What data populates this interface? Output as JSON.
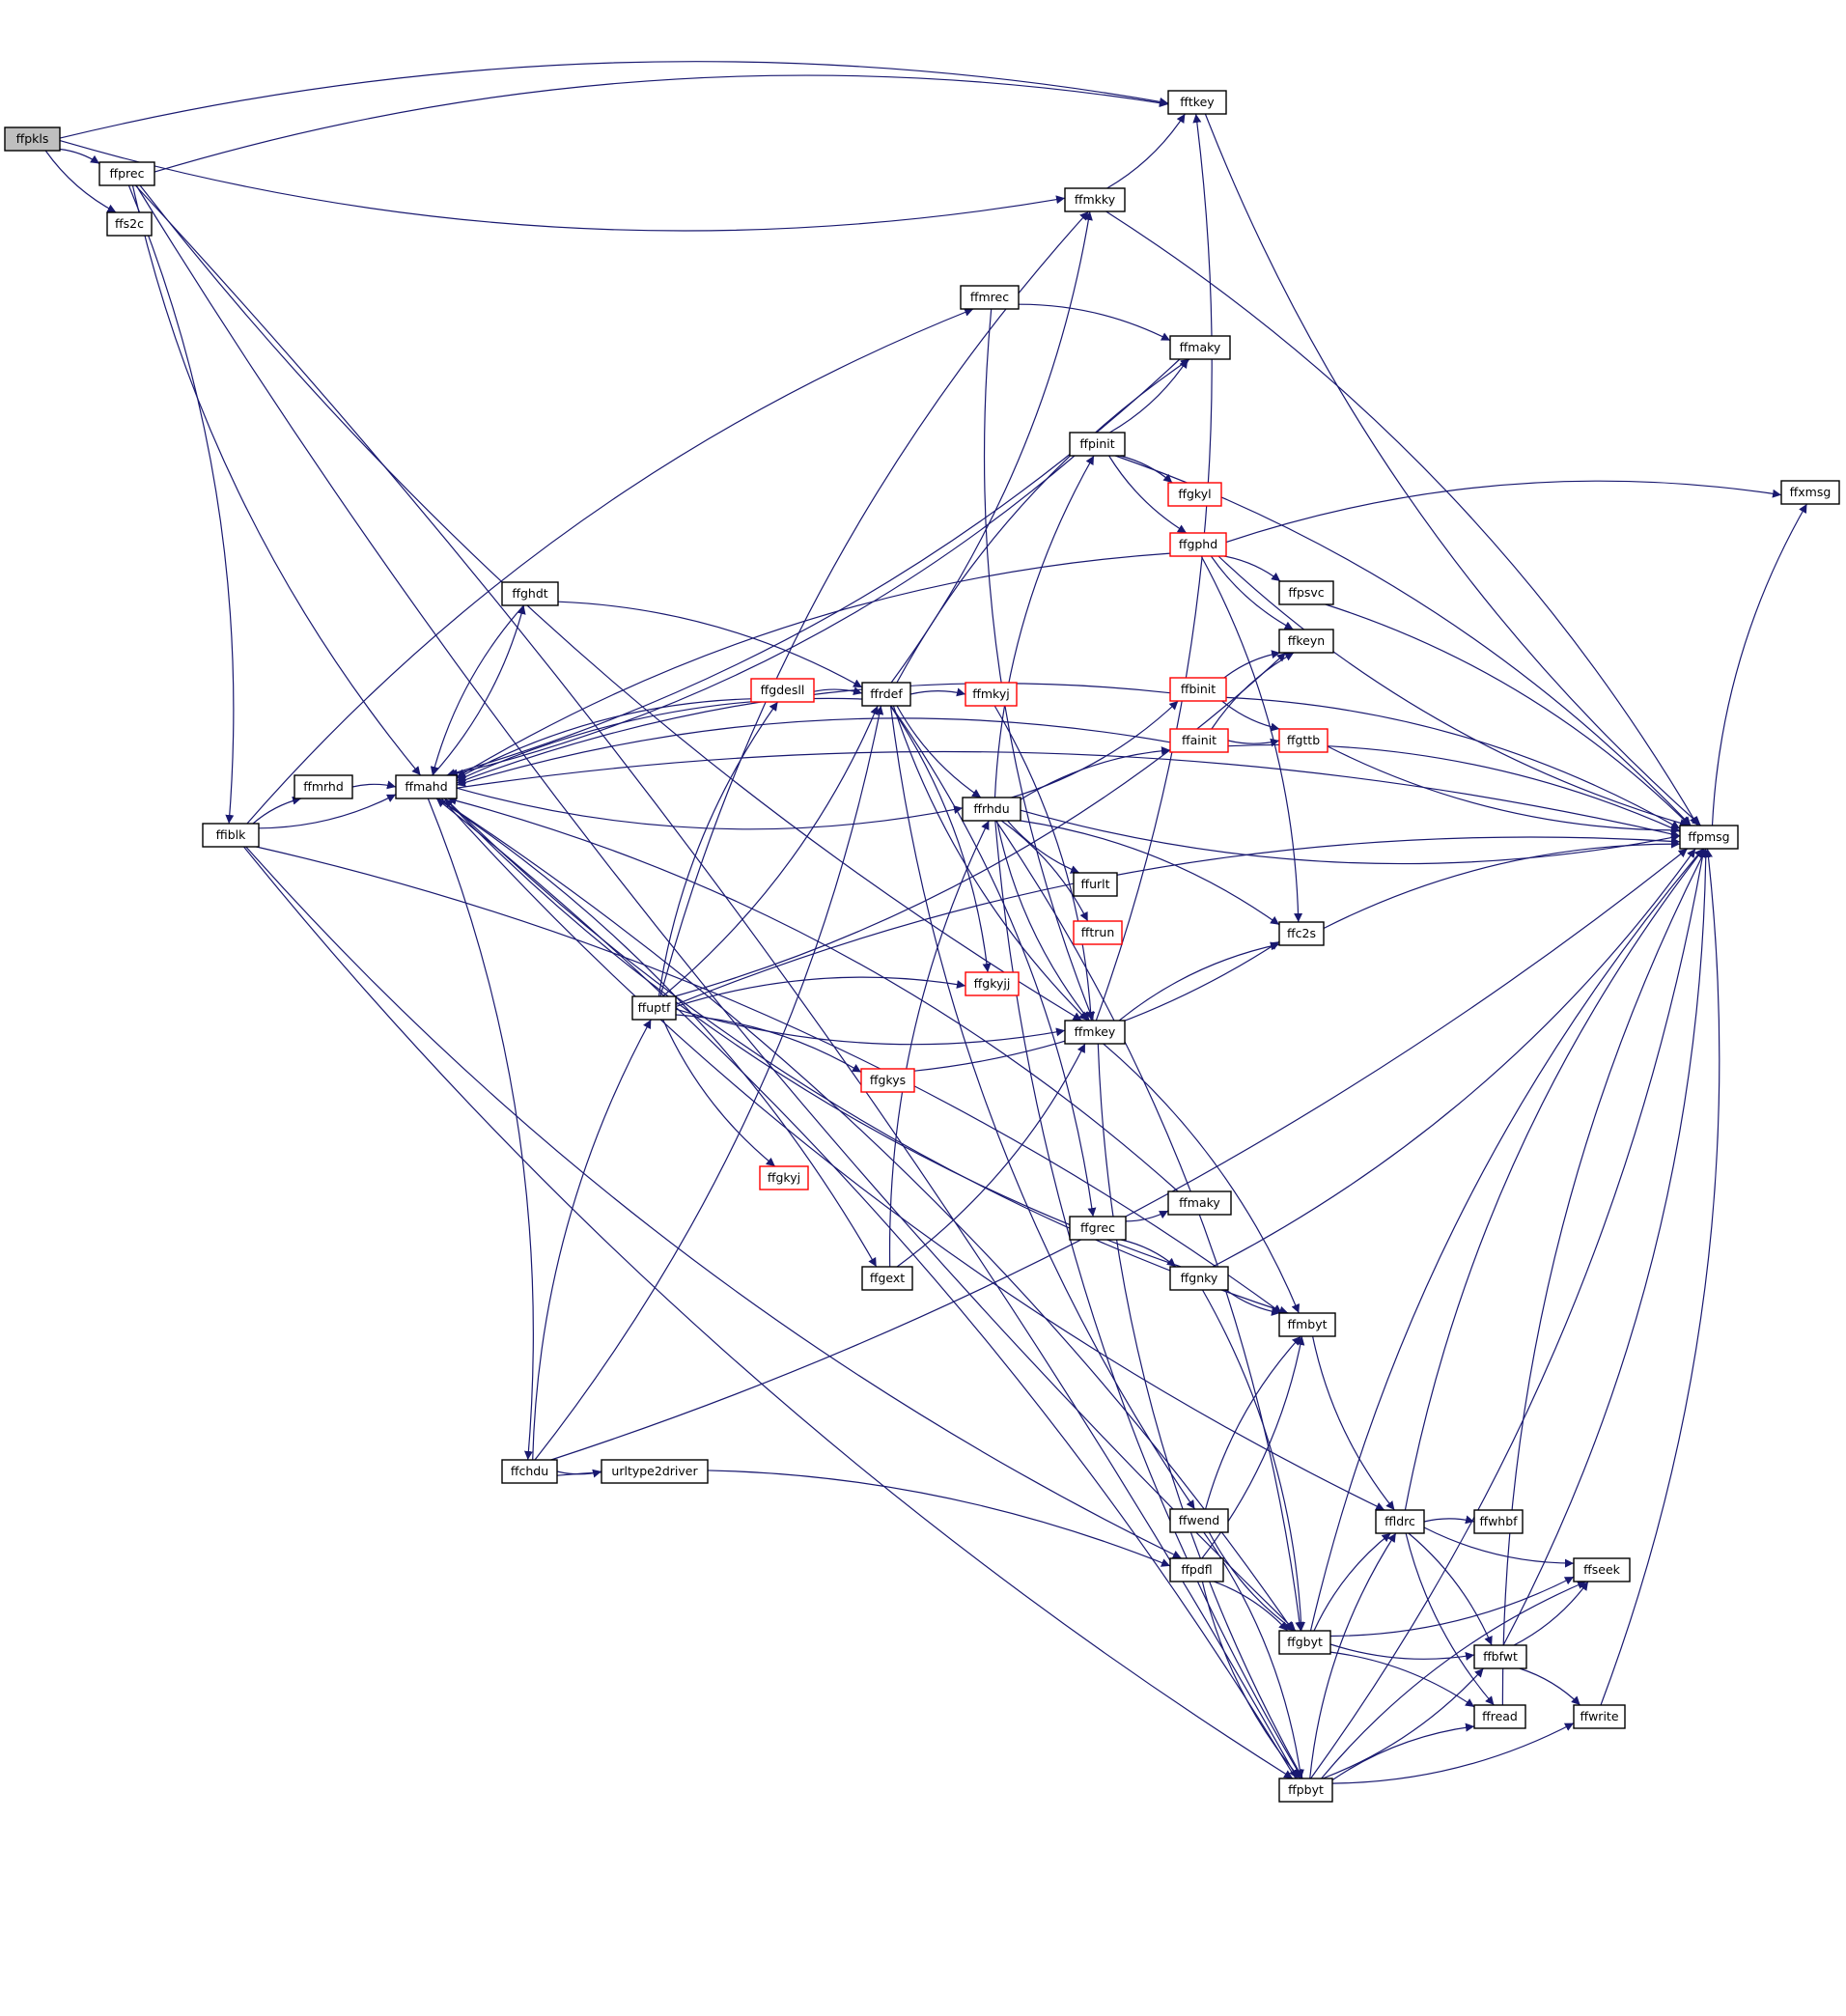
{
  "colors": {
    "edge": "#191970",
    "node_border": "#000000",
    "truncated_border": "#ff0000",
    "root_fill": "#bfbfbf",
    "node_fill": "#ffffff"
  },
  "nodes": [
    {
      "id": "ffpkls",
      "label": "ffpkls",
      "root": true
    },
    {
      "id": "ffprec",
      "label": "ffprec"
    },
    {
      "id": "ffs2c",
      "label": "ffs2c"
    },
    {
      "id": "ffiblk",
      "label": "ffiblk"
    },
    {
      "id": "ffmrhd",
      "label": "ffmrhd"
    },
    {
      "id": "ffmahd",
      "label": "ffmahd"
    },
    {
      "id": "ffghdt",
      "label": "ffghdt"
    },
    {
      "id": "ffchdu",
      "label": "ffchdu"
    },
    {
      "id": "urltype2driver",
      "label": "urltype2driver"
    },
    {
      "id": "ffuptf",
      "label": "ffuptf"
    },
    {
      "id": "ffgkyj_b",
      "label": "ffgkyj",
      "truncated": true
    },
    {
      "id": "ffgdesll",
      "label": "ffgdesll",
      "truncated": true
    },
    {
      "id": "ffrdef",
      "label": "ffrdef"
    },
    {
      "id": "ffmkyj",
      "label": "ffmkyj",
      "truncated": true
    },
    {
      "id": "ffgext",
      "label": "ffgext"
    },
    {
      "id": "ffgkys",
      "label": "ffgkys",
      "truncated": true
    },
    {
      "id": "ffgkyjj",
      "label": "ffgkyjj",
      "truncated": true
    },
    {
      "id": "ffmrec",
      "label": "ffmrec"
    },
    {
      "id": "ffrhdu",
      "label": "ffrhdu"
    },
    {
      "id": "ffurlt",
      "label": "ffurlt"
    },
    {
      "id": "fftrun",
      "label": "fftrun",
      "truncated": true
    },
    {
      "id": "ffpinit",
      "label": "ffpinit"
    },
    {
      "id": "ffmkky",
      "label": "ffmkky"
    },
    {
      "id": "ffmkey",
      "label": "ffmkey"
    },
    {
      "id": "ffgrec",
      "label": "ffgrec"
    },
    {
      "id": "ffkey",
      "label": "fftkey"
    },
    {
      "id": "ffmaky_t",
      "label": "ffmaky"
    },
    {
      "id": "ffgkyl",
      "label": "ffgkyl",
      "truncated": true
    },
    {
      "id": "ffgphd",
      "label": "ffgphd",
      "truncated": true
    },
    {
      "id": "ffbinit",
      "label": "ffbinit",
      "truncated": true
    },
    {
      "id": "ffainit",
      "label": "ffainit",
      "truncated": true
    },
    {
      "id": "ffmaky_b",
      "label": "ffmaky"
    },
    {
      "id": "ffgnky",
      "label": "ffgnky"
    },
    {
      "id": "ffwend",
      "label": "ffwend"
    },
    {
      "id": "ffpdfl",
      "label": "ffpdfl"
    },
    {
      "id": "ffpsvc",
      "label": "ffpsvc"
    },
    {
      "id": "ffkeyn",
      "label": "ffkeyn"
    },
    {
      "id": "ffgttb",
      "label": "ffgttb",
      "truncated": true
    },
    {
      "id": "ffc2s",
      "label": "ffc2s"
    },
    {
      "id": "ffmbyt",
      "label": "ffmbyt"
    },
    {
      "id": "ffgbyt",
      "label": "ffgbyt"
    },
    {
      "id": "ffpbyt",
      "label": "ffpbyt"
    },
    {
      "id": "ffldrc",
      "label": "ffldrc"
    },
    {
      "id": "ffwhbf",
      "label": "ffwhbf"
    },
    {
      "id": "ffbfwt",
      "label": "ffbfwt"
    },
    {
      "id": "ffread",
      "label": "ffread"
    },
    {
      "id": "ffseek",
      "label": "ffseek"
    },
    {
      "id": "ffwrite",
      "label": "ffwrite"
    },
    {
      "id": "ffpmsg",
      "label": "ffpmsg"
    },
    {
      "id": "ffxmsg",
      "label": "ffxmsg"
    }
  ],
  "edges": [
    [
      "ffpkls",
      "ffprec"
    ],
    [
      "ffpkls",
      "ffs2c"
    ],
    [
      "ffpkls",
      "ffkey"
    ],
    [
      "ffpkls",
      "ffmkky"
    ],
    [
      "ffprec",
      "ffiblk"
    ],
    [
      "ffprec",
      "ffmahd"
    ],
    [
      "ffprec",
      "ffkey"
    ],
    [
      "ffprec",
      "ffgbyt"
    ],
    [
      "ffprec",
      "ffpbyt"
    ],
    [
      "ffprec",
      "ffmkey"
    ],
    [
      "ffiblk",
      "ffmrhd"
    ],
    [
      "ffiblk",
      "ffmahd"
    ],
    [
      "ffiblk",
      "ffmrec"
    ],
    [
      "ffiblk",
      "ffpdfl"
    ],
    [
      "ffiblk",
      "ffmbyt"
    ],
    [
      "ffiblk",
      "ffpbyt"
    ],
    [
      "ffmrhd",
      "ffmahd"
    ],
    [
      "ffmahd",
      "ffghdt"
    ],
    [
      "ffmahd",
      "ffchdu"
    ],
    [
      "ffmahd",
      "ffrhdu"
    ],
    [
      "ffmahd",
      "ffgext"
    ],
    [
      "ffmahd",
      "ffmbyt"
    ],
    [
      "ffmahd",
      "ffgbyt"
    ],
    [
      "ffmahd",
      "ffldrc"
    ],
    [
      "ffmahd",
      "ffpmsg"
    ],
    [
      "ffghdt",
      "ffmahd"
    ],
    [
      "ffghdt",
      "ffrdef"
    ],
    [
      "ffchdu",
      "urltype2driver"
    ],
    [
      "ffchdu",
      "ffuptf"
    ],
    [
      "ffchdu",
      "ffrdef"
    ],
    [
      "ffchdu",
      "ffpdfl"
    ],
    [
      "ffchdu",
      "ffpmsg"
    ],
    [
      "ffuptf",
      "ffgdesll"
    ],
    [
      "ffuptf",
      "ffrdef"
    ],
    [
      "ffuptf",
      "ffgkyjj"
    ],
    [
      "ffuptf",
      "ffmkey"
    ],
    [
      "ffuptf",
      "ffgkys"
    ],
    [
      "ffuptf",
      "ffgkyj_b"
    ],
    [
      "ffuptf",
      "ffmkky"
    ],
    [
      "ffuptf",
      "ffkeyn"
    ],
    [
      "ffuptf",
      "ffpmsg"
    ],
    [
      "ffgdesll",
      "ffmahd"
    ],
    [
      "ffgdesll",
      "ffrdef"
    ],
    [
      "ffrdef",
      "ffmahd"
    ],
    [
      "ffrdef",
      "ffmkyj"
    ],
    [
      "ffrdef",
      "ffrhdu"
    ],
    [
      "ffrdef",
      "ffgkyjj"
    ],
    [
      "ffrdef",
      "ffmkky"
    ],
    [
      "ffrdef",
      "ffmaky_t"
    ],
    [
      "ffrdef",
      "ffmkey"
    ],
    [
      "ffrdef",
      "ffgrec"
    ],
    [
      "ffrdef",
      "ffwend"
    ],
    [
      "ffmkyj",
      "ffmkey"
    ],
    [
      "ffgext",
      "ffmkey"
    ],
    [
      "ffgext",
      "ffrhdu"
    ],
    [
      "ffgkys",
      "ffc2s"
    ],
    [
      "ffmrec",
      "ffmaky_t"
    ],
    [
      "ffmrec",
      "ffmkey"
    ],
    [
      "ffrhdu",
      "ffpinit"
    ],
    [
      "ffrhdu",
      "ffbinit"
    ],
    [
      "ffrhdu",
      "ffainit"
    ],
    [
      "ffrhdu",
      "ffurlt"
    ],
    [
      "ffrhdu",
      "fftrun"
    ],
    [
      "ffrhdu",
      "ffmkey"
    ],
    [
      "ffrhdu",
      "ffc2s"
    ],
    [
      "ffrhdu",
      "ffpmsg"
    ],
    [
      "ffrhdu",
      "ffgbyt"
    ],
    [
      "ffrhdu",
      "ffpbyt"
    ],
    [
      "ffpinit",
      "ffmahd"
    ],
    [
      "ffpinit",
      "ffmaky_t"
    ],
    [
      "ffpinit",
      "ffgkyl"
    ],
    [
      "ffpinit",
      "ffgphd"
    ],
    [
      "ffpinit",
      "ffpmsg"
    ],
    [
      "ffmkky",
      "ffkey"
    ],
    [
      "ffmkky",
      "ffpmsg"
    ],
    [
      "ffmkey",
      "ffkey"
    ],
    [
      "ffmkey",
      "ffmbyt"
    ],
    [
      "ffmkey",
      "ffpbyt"
    ],
    [
      "ffmkey",
      "ffc2s"
    ],
    [
      "ffgrec",
      "ffmaky_b"
    ],
    [
      "ffgrec",
      "ffgnky"
    ],
    [
      "ffkey",
      "ffpmsg"
    ],
    [
      "ffmaky_t",
      "ffmahd"
    ],
    [
      "ffgphd",
      "ffmahd"
    ],
    [
      "ffgphd",
      "ffpsvc"
    ],
    [
      "ffgphd",
      "ffkeyn"
    ],
    [
      "ffgphd",
      "ffc2s"
    ],
    [
      "ffgphd",
      "ffpmsg"
    ],
    [
      "ffgphd",
      "ffxmsg"
    ],
    [
      "ffbinit",
      "ffmahd"
    ],
    [
      "ffbinit",
      "ffkeyn"
    ],
    [
      "ffbinit",
      "ffgttb"
    ],
    [
      "ffbinit",
      "ffpmsg"
    ],
    [
      "ffainit",
      "ffmahd"
    ],
    [
      "ffainit",
      "ffkeyn"
    ],
    [
      "ffainit",
      "ffgttb"
    ],
    [
      "ffainit",
      "ffpmsg"
    ],
    [
      "ffmaky_b",
      "ffmahd"
    ],
    [
      "ffgnky",
      "ffmahd"
    ],
    [
      "ffgnky",
      "ffmbyt"
    ],
    [
      "ffgnky",
      "ffgbyt"
    ],
    [
      "ffgnky",
      "ffpmsg"
    ],
    [
      "ffwend",
      "ffmbyt"
    ],
    [
      "ffwend",
      "ffgbyt"
    ],
    [
      "ffwend",
      "ffpbyt"
    ],
    [
      "ffpdfl",
      "ffmbyt"
    ],
    [
      "ffpdfl",
      "ffgbyt"
    ],
    [
      "ffpdfl",
      "ffpbyt"
    ],
    [
      "ffpsvc",
      "ffpmsg"
    ],
    [
      "ffgttb",
      "ffpmsg"
    ],
    [
      "ffc2s",
      "ffpmsg"
    ],
    [
      "ffmbyt",
      "ffldrc"
    ],
    [
      "ffgbyt",
      "ffldrc"
    ],
    [
      "ffgbyt",
      "ffbfwt"
    ],
    [
      "ffgbyt",
      "ffread"
    ],
    [
      "ffgbyt",
      "ffseek"
    ],
    [
      "ffgbyt",
      "ffpmsg"
    ],
    [
      "ffpbyt",
      "ffmahd"
    ],
    [
      "ffpbyt",
      "ffldrc"
    ],
    [
      "ffpbyt",
      "ffbfwt"
    ],
    [
      "ffpbyt",
      "ffread"
    ],
    [
      "ffpbyt",
      "ffwrite"
    ],
    [
      "ffpbyt",
      "ffseek"
    ],
    [
      "ffpbyt",
      "ffpmsg"
    ],
    [
      "ffldrc",
      "ffwhbf"
    ],
    [
      "ffldrc",
      "ffseek"
    ],
    [
      "ffldrc",
      "ffbfwt"
    ],
    [
      "ffldrc",
      "ffread"
    ],
    [
      "ffldrc",
      "ffpmsg"
    ],
    [
      "ffbfwt",
      "ffseek"
    ],
    [
      "ffbfwt",
      "ffwrite"
    ],
    [
      "ffbfwt",
      "ffpmsg"
    ],
    [
      "ffread",
      "ffpmsg"
    ],
    [
      "ffwrite",
      "ffpmsg"
    ],
    [
      "ffpmsg",
      "ffxmsg"
    ]
  ]
}
